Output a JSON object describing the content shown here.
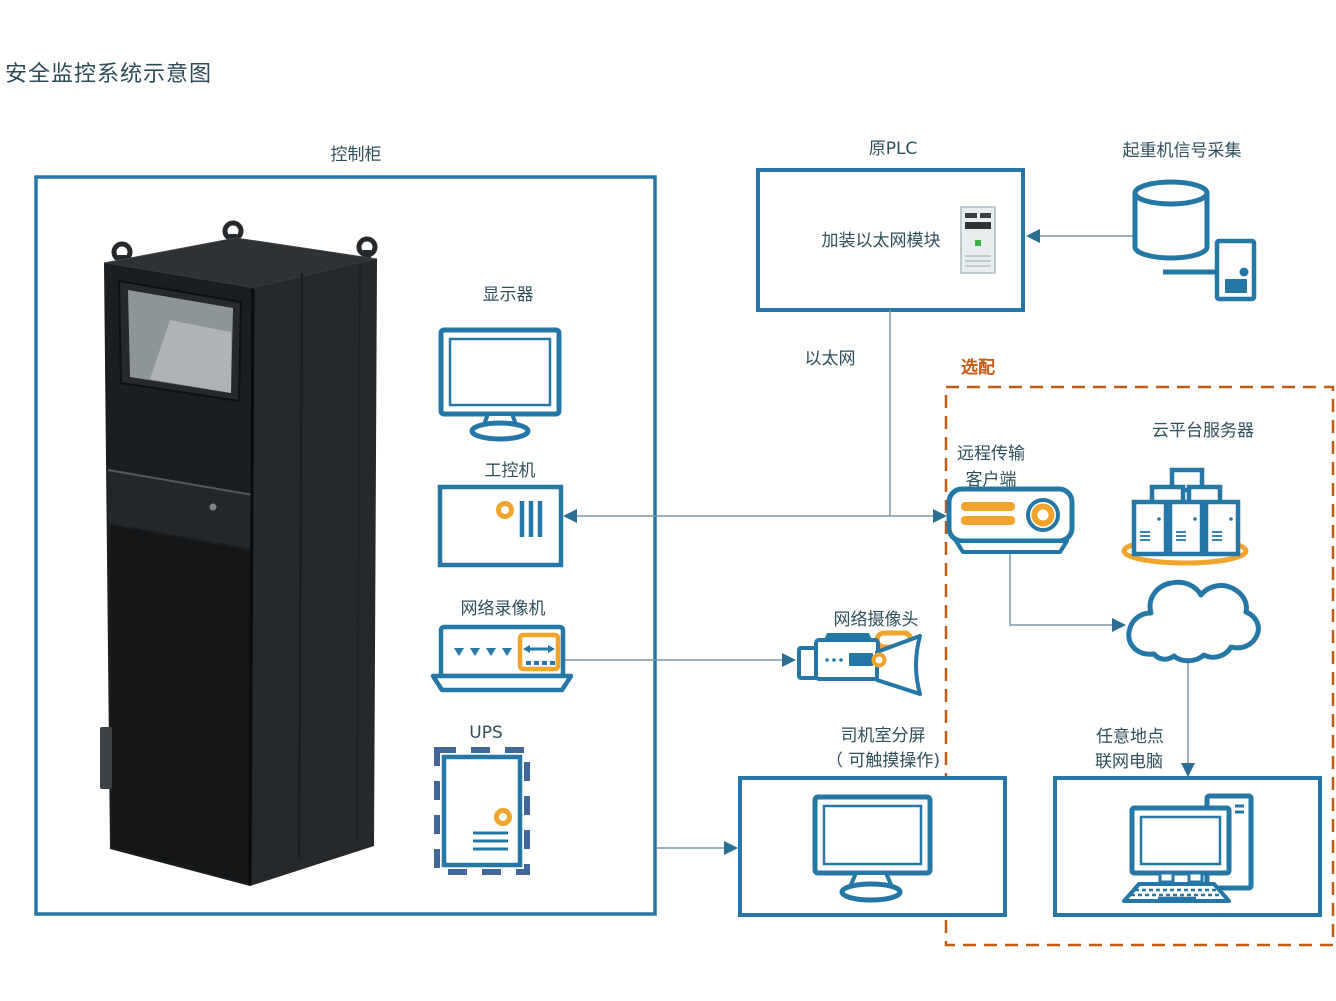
{
  "title": "安全监控系统示意图",
  "labels": {
    "control_cabinet": "控制柜",
    "display": "显示器",
    "ipc": "工控机",
    "nvr": "网络录像机",
    "ups": "UPS",
    "plc_title": "原PLC",
    "plc_content": "加装以太网模块",
    "crane_signal": "起重机信号采集",
    "ethernet": "以太网",
    "optional": "选配",
    "remote_client_line1": "远程传输",
    "remote_client_line2": "客户端",
    "cloud_server": "云平台服务器",
    "ip_camera": "网络摄像头",
    "cab_screen_line1": "司机室分屏",
    "cab_screen_line2": "（ 可触摸操作)",
    "anywhere_pc_line1": "任意地点",
    "anywhere_pc_line2": "联网电脑"
  },
  "icons": {
    "cabinet-3d-image": "black control cabinet render",
    "monitor-icon": "desktop display",
    "ipc-icon": "industrial pc box with orange dot and slots",
    "nvr-icon": "network video recorder",
    "ups-icon": "ups unit with dashed frame",
    "plc-server-icon": "small gray server tower",
    "database-icon": "cylinder database",
    "signal-card-icon": "signal collector card",
    "projector-icon": "remote transmission client device",
    "server-cluster-icon": "three servers on orange ring",
    "cloud-icon": "network cloud",
    "camera-icon": "network camera",
    "desktop-computer-icon": "monitor keyboard and tower"
  },
  "colors": {
    "primary_blue": "#2577A6",
    "accent_orange": "#F0A42E",
    "optional_orange": "#C55A11",
    "connector_line": "#7E97A8",
    "arrow_fill": "#2C6E93",
    "text": "#2E4F5C"
  }
}
